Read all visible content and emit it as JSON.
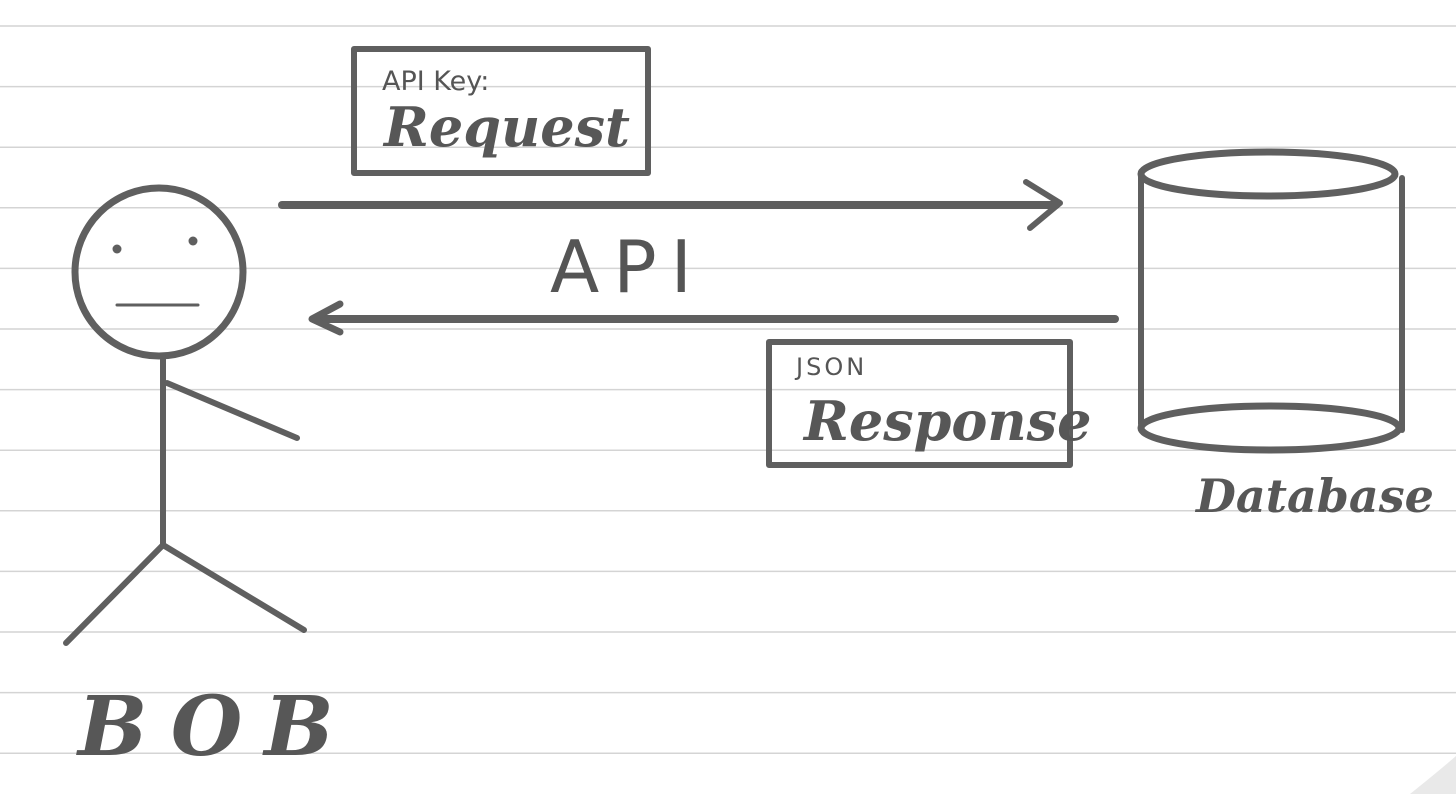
{
  "diagram": {
    "actor": {
      "name": "BOB"
    },
    "request_box": {
      "caption": "API Key:",
      "label": "Request"
    },
    "channel": {
      "label": "API"
    },
    "response_box": {
      "caption": "JSON",
      "label": "Response"
    },
    "database": {
      "label": "Database"
    },
    "colors": {
      "ink": "#5f5f5f",
      "ruled_line": "#d4d4d4",
      "paper": "#ffffff"
    }
  }
}
